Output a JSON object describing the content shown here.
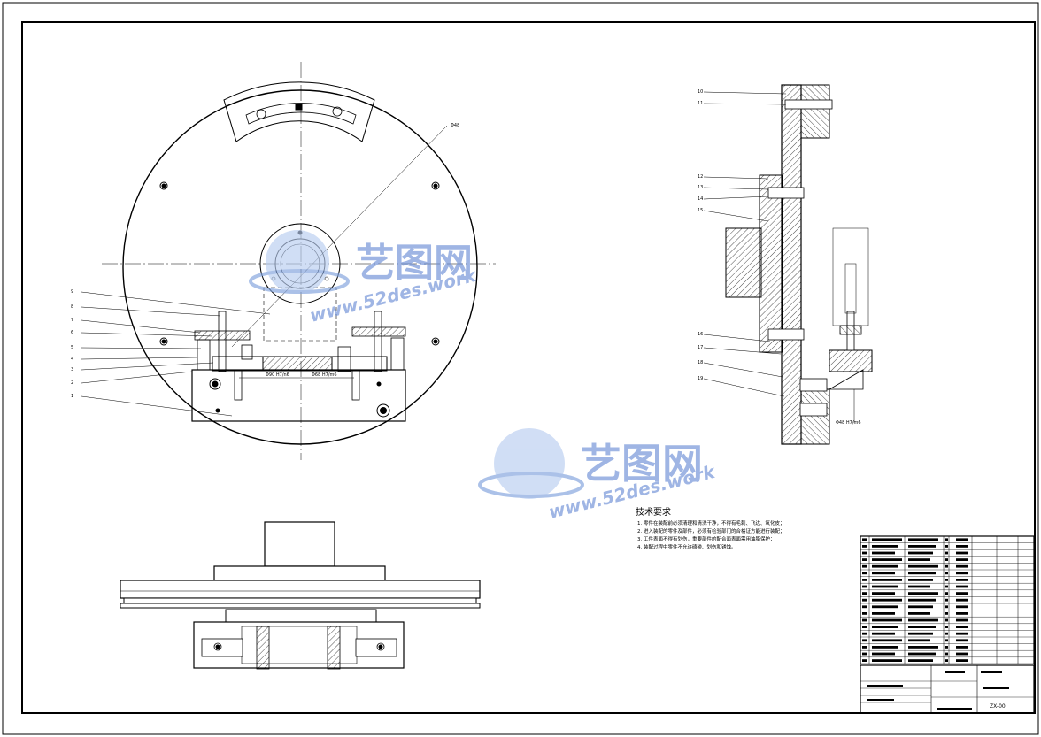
{
  "watermark": {
    "cn": "艺图网",
    "en": "www.52des.work"
  },
  "front_view": {
    "callouts": [
      "9",
      "8",
      "7",
      "6",
      "5",
      "4",
      "3",
      "2",
      "1"
    ],
    "top_tag": "Φ48",
    "dim_left": "Φ90 H7/n6",
    "dim_right": "Φ68 H7/m6"
  },
  "side_view": {
    "callouts": [
      "10",
      "11",
      "12",
      "13",
      "14",
      "15",
      "16",
      "17",
      "18",
      "19"
    ],
    "dim": "Φ48 H7/m6"
  },
  "tech": {
    "title": "技术要求",
    "lines": [
      "1. 零件在装配前必须清理和清洗干净，不得有毛刺、飞边、氧化皮；",
      "2. 进入装配的零件及部件，必须有检验部门的合格证方能进行装配；",
      "3. 工件表面不得有划伤，重要部件的配合面表面需用油脂保护；",
      "4. 装配过程中零件不允许磕碰、划伤和锈蚀。"
    ]
  },
  "title_block": {
    "drawing_no": "ZX-00"
  }
}
